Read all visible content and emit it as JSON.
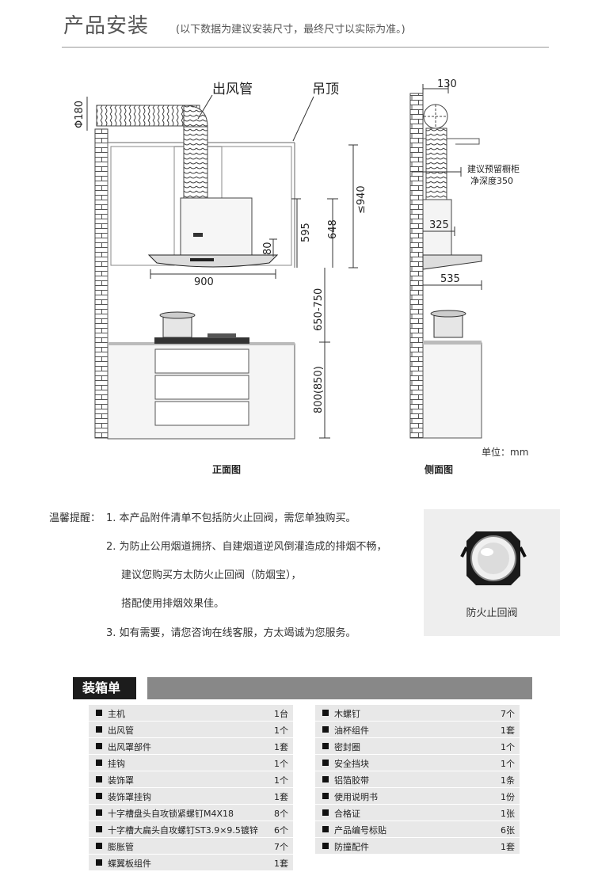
{
  "header": {
    "title": "产品安装",
    "subtitle": "(以下数据为建议安装尺寸，最终尺寸以实际为准。)"
  },
  "drawing": {
    "labels": {
      "outlet_pipe": "出风管",
      "ceiling": "吊顶",
      "pipe_diameter": "Φ180",
      "cabinet_note_line1": "建议预留橱柜",
      "cabinet_note_line2": "净深度350"
    },
    "dimensions": {
      "width_900": "900",
      "height_80": "80",
      "height_595": "595",
      "height_648": "648",
      "height_940": "≤940",
      "height_650_750": "650-750",
      "height_800_850": "800(850)",
      "side_130": "130",
      "side_325": "325",
      "side_535": "535"
    },
    "unit": "单位：mm",
    "caption_front": "正面图",
    "caption_side": "侧面图"
  },
  "tips": {
    "label": "温馨提醒：",
    "lines": [
      "1.  本产品附件清单不包括防火止回阀，需您单独购买。",
      "2.  为防止公用烟道拥挤、自建烟道逆风倒灌造成的排烟不畅，",
      "建议您购买方太防火止回阀（防烟宝），",
      "搭配使用排烟效果佳。",
      "3.  如有需要，请您咨询在线客服，方太竭诚为您服务。"
    ],
    "valve_caption": "防火止回阀"
  },
  "packing": {
    "title": "装箱单",
    "left": [
      {
        "name": "主机",
        "qty": "1台"
      },
      {
        "name": "出风管",
        "qty": "1个"
      },
      {
        "name": "出风罩部件",
        "qty": "1套"
      },
      {
        "name": "挂钩",
        "qty": "1个"
      },
      {
        "name": "装饰罩",
        "qty": "1个"
      },
      {
        "name": "装饰罩挂钩",
        "qty": "1套"
      },
      {
        "name": "十字槽盘头自攻锁紧螺钉M4X18",
        "qty": "8个"
      },
      {
        "name": "十字槽大扁头自攻螺钉ST3.9×9.5镀锌",
        "qty": "6个"
      },
      {
        "name": "膨胀管",
        "qty": "7个"
      },
      {
        "name": "蝶翼板组件",
        "qty": "1套"
      }
    ],
    "right": [
      {
        "name": "木螺钉",
        "qty": "7个"
      },
      {
        "name": "油杯组件",
        "qty": "1套"
      },
      {
        "name": "密封圈",
        "qty": "1个"
      },
      {
        "name": "安全挡块",
        "qty": "1个"
      },
      {
        "name": "铝箔胶带",
        "qty": "1条"
      },
      {
        "name": "使用说明书",
        "qty": "1份"
      },
      {
        "name": "合格证",
        "qty": "1张"
      },
      {
        "name": "产品编号标贴",
        "qty": "6张"
      },
      {
        "name": "防撞配件",
        "qty": "1套"
      }
    ]
  }
}
